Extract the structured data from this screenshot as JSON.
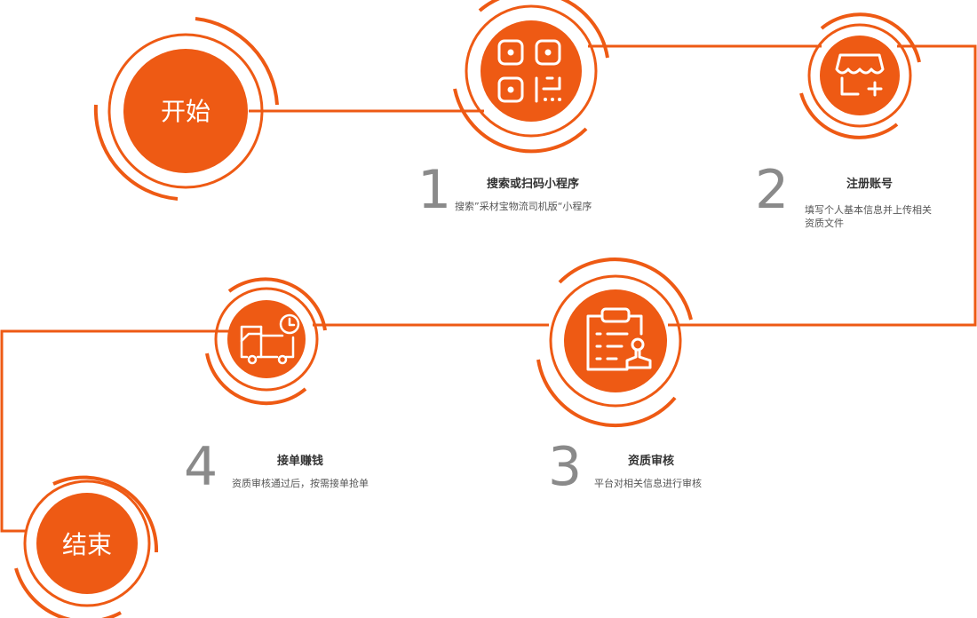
{
  "colors": {
    "accent": "#ee5a14",
    "number": "#8a8a8a",
    "title": "#333333",
    "desc": "#555555"
  },
  "start": {
    "label": "开始"
  },
  "end": {
    "label": "结束"
  },
  "steps": [
    {
      "number": "1",
      "title": "搜索或扫码小程序",
      "desc": "搜索”采材宝物流司机版“小程序",
      "icon": "qr-code-icon"
    },
    {
      "number": "2",
      "title": "注册账号",
      "desc_lines": [
        "填写个人基本信息并上传相关",
        "资质文件"
      ],
      "icon": "storefront-add-icon"
    },
    {
      "number": "3",
      "title": "资质审核",
      "desc": "平台对相关信息进行审核",
      "icon": "clipboard-stamp-icon"
    },
    {
      "number": "4",
      "title": "接单赚钱",
      "desc": "资质审核通过后，按需接单抢单",
      "icon": "truck-clock-icon"
    }
  ]
}
